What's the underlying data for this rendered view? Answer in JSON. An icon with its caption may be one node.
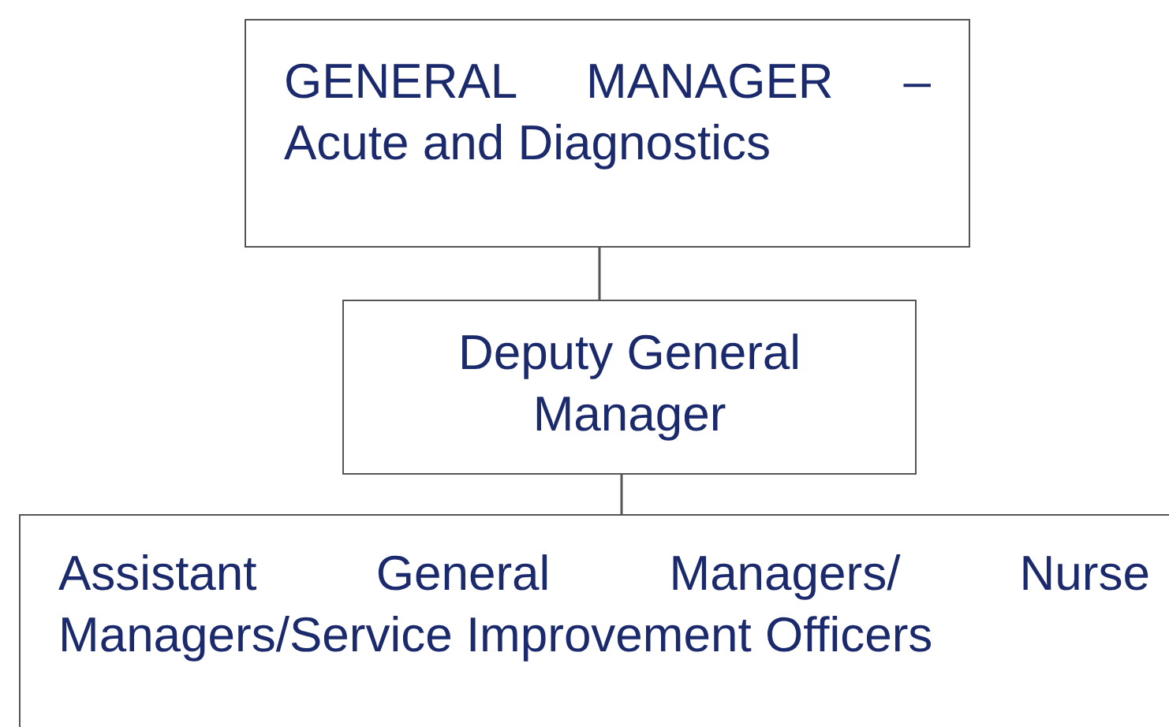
{
  "diagram": {
    "nodes": [
      {
        "text": [
          "GENERAL MANAGER – Acute and Diagnostics"
        ]
      },
      {
        "text": [
          "Deputy General Manager"
        ]
      },
      {
        "text": [
          "Assistant General Managers/ Nurse Managers/Service Improvement Officers"
        ]
      }
    ],
    "edges": [
      {
        "from": 0,
        "to": 1,
        "arrow": "none"
      },
      {
        "from": 1,
        "to": 2,
        "arrow": "none"
      }
    ]
  }
}
